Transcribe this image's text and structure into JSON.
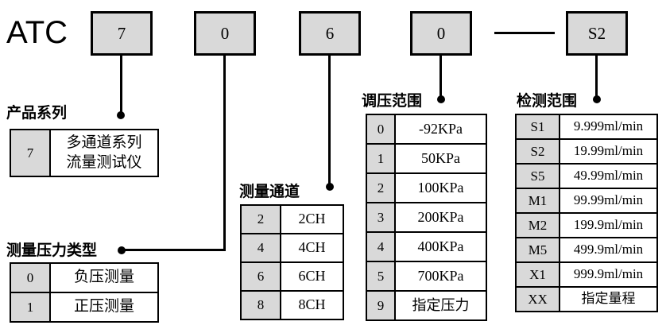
{
  "code": {
    "prefix": "ATC",
    "boxes": [
      "7",
      "0",
      "6",
      "0",
      "S2"
    ],
    "separator": "—"
  },
  "tables": {
    "product_series": {
      "title": "产品系列",
      "rows": [
        {
          "key": "7",
          "value": "多通道系列\n流量测试仪"
        }
      ]
    },
    "pressure_type": {
      "title": "测量压力类型",
      "rows": [
        {
          "key": "0",
          "value": "负压测量"
        },
        {
          "key": "1",
          "value": "正压测量"
        }
      ]
    },
    "channels": {
      "title": "测量通道",
      "rows": [
        {
          "key": "2",
          "value": "2CH"
        },
        {
          "key": "4",
          "value": "4CH"
        },
        {
          "key": "6",
          "value": "6CH"
        },
        {
          "key": "8",
          "value": "8CH"
        }
      ]
    },
    "pressure_range": {
      "title": "调压范围",
      "rows": [
        {
          "key": "0",
          "value": "-92KPa"
        },
        {
          "key": "1",
          "value": "50KPa"
        },
        {
          "key": "2",
          "value": "100KPa"
        },
        {
          "key": "3",
          "value": "200KPa"
        },
        {
          "key": "4",
          "value": "400KPa"
        },
        {
          "key": "5",
          "value": "700KPa"
        },
        {
          "key": "9",
          "value": "指定压力"
        }
      ]
    },
    "detection_range": {
      "title": "检测范围",
      "rows": [
        {
          "key": "S1",
          "value": "9.999ml/min"
        },
        {
          "key": "S2",
          "value": "19.99ml/min"
        },
        {
          "key": "S5",
          "value": "49.99ml/min"
        },
        {
          "key": "M1",
          "value": "99.99ml/min"
        },
        {
          "key": "M2",
          "value": "199.9ml/min"
        },
        {
          "key": "M5",
          "value": "499.9ml/min"
        },
        {
          "key": "X1",
          "value": "999.9ml/min"
        },
        {
          "key": "XX",
          "value": "指定量程"
        }
      ]
    }
  },
  "colors": {
    "box_fill": "#d9d9d9",
    "line": "#000000",
    "background": "#ffffff"
  }
}
